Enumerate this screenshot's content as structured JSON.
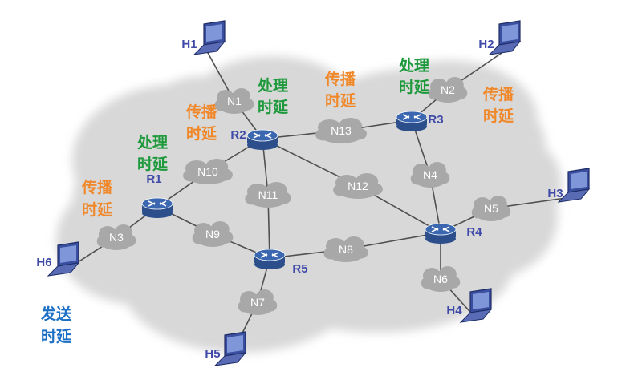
{
  "colors": {
    "cloud": "#d8d8d8",
    "network_blob": "#a8a8a8",
    "router": "#3b67b0",
    "link": "#505050",
    "host_label": "#3f4aa8",
    "processing_delay": "#1e9a3c",
    "propagation_delay": "#f0882a",
    "transmission_delay": "#1b6fc4"
  },
  "icons": {
    "host": "laptop-icon",
    "router": "router-icon",
    "network": "cloud-icon"
  },
  "hosts": [
    {
      "id": "H1",
      "label": "H1"
    },
    {
      "id": "H2",
      "label": "H2"
    },
    {
      "id": "H3",
      "label": "H3"
    },
    {
      "id": "H4",
      "label": "H4"
    },
    {
      "id": "H5",
      "label": "H5"
    },
    {
      "id": "H6",
      "label": "H6"
    }
  ],
  "routers": [
    {
      "id": "R1",
      "label": "R1"
    },
    {
      "id": "R2",
      "label": "R2"
    },
    {
      "id": "R3",
      "label": "R3"
    },
    {
      "id": "R4",
      "label": "R4"
    },
    {
      "id": "R5",
      "label": "R5"
    }
  ],
  "networks": [
    {
      "id": "N1",
      "label": "N1"
    },
    {
      "id": "N2",
      "label": "N2"
    },
    {
      "id": "N3",
      "label": "N3"
    },
    {
      "id": "N4",
      "label": "N4"
    },
    {
      "id": "N5",
      "label": "N5"
    },
    {
      "id": "N6",
      "label": "N6"
    },
    {
      "id": "N7",
      "label": "N7"
    },
    {
      "id": "N8",
      "label": "N8"
    },
    {
      "id": "N9",
      "label": "N9"
    },
    {
      "id": "N10",
      "label": "N10"
    },
    {
      "id": "N11",
      "label": "N11"
    },
    {
      "id": "N12",
      "label": "N12"
    },
    {
      "id": "N13",
      "label": "N13"
    }
  ],
  "links": [
    [
      "H1",
      "N1"
    ],
    [
      "N1",
      "R2"
    ],
    [
      "R2",
      "N13"
    ],
    [
      "N13",
      "R3"
    ],
    [
      "R3",
      "N2"
    ],
    [
      "N2",
      "H2"
    ],
    [
      "R3",
      "N4"
    ],
    [
      "N4",
      "R4"
    ],
    [
      "R4",
      "N5"
    ],
    [
      "N5",
      "H3"
    ],
    [
      "R4",
      "N6"
    ],
    [
      "N6",
      "H4"
    ],
    [
      "R2",
      "N12"
    ],
    [
      "N12",
      "R4"
    ],
    [
      "R2",
      "N11"
    ],
    [
      "N11",
      "R5"
    ],
    [
      "R2",
      "N10"
    ],
    [
      "N10",
      "R1"
    ],
    [
      "R1",
      "N3"
    ],
    [
      "N3",
      "H6"
    ],
    [
      "R1",
      "N9"
    ],
    [
      "N9",
      "R5"
    ],
    [
      "R5",
      "N8"
    ],
    [
      "N8",
      "R4"
    ],
    [
      "R5",
      "N7"
    ],
    [
      "N7",
      "H5"
    ]
  ],
  "annotations": {
    "processing": {
      "line1": "处理",
      "line2": "时延"
    },
    "propagation": {
      "line1": "传播",
      "line2": "时延"
    },
    "transmission": {
      "line1": "发送",
      "line2": "时延"
    }
  }
}
